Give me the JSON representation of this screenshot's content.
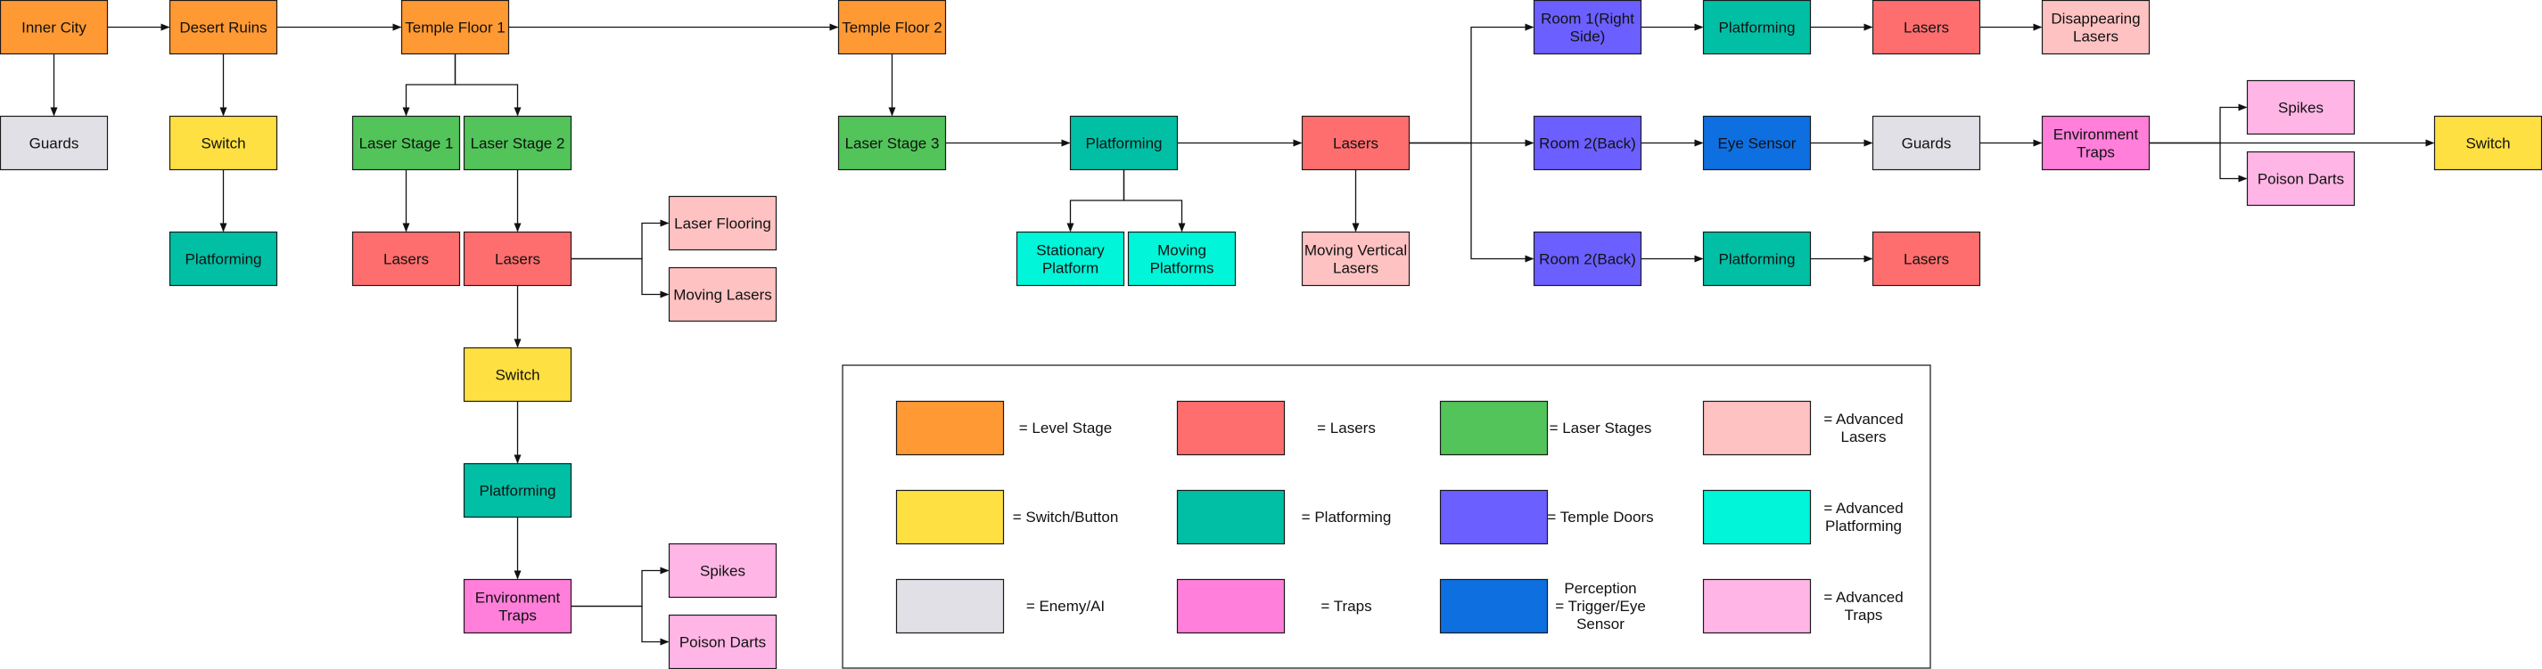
{
  "colors": {
    "level": "#FF9933",
    "switch": "#FFE042",
    "enemy": "#E0E0E6",
    "lasers": "#FF6E6E",
    "laserstage": "#52C45A",
    "adv_lasers": "#FFC2C2",
    "platforming": "#00BFA5",
    "temple_door": "#6B5FFF",
    "adv_platforming": "#00F5D9",
    "traps": "#FF7FDA",
    "eye": "#0E6FE0",
    "adv_traps": "#FFB6E6"
  },
  "nodes": [
    {
      "id": "inner-city",
      "label": [
        "Inner City"
      ],
      "cat": "level"
    },
    {
      "id": "guards-1",
      "label": [
        "Guards"
      ],
      "cat": "enemy"
    },
    {
      "id": "desert-ruins",
      "label": [
        "Desert Ruins"
      ],
      "cat": "level"
    },
    {
      "id": "switch-1",
      "label": [
        "Switch"
      ],
      "cat": "switch"
    },
    {
      "id": "platforming-1",
      "label": [
        "Platforming"
      ],
      "cat": "platforming"
    },
    {
      "id": "temple-floor-1",
      "label": [
        "Temple Floor 1"
      ],
      "cat": "level"
    },
    {
      "id": "laser-stage-1",
      "label": [
        "Laser Stage 1"
      ],
      "cat": "laserstage"
    },
    {
      "id": "laser-stage-2",
      "label": [
        "Laser Stage 2"
      ],
      "cat": "laserstage"
    },
    {
      "id": "lasers-1",
      "label": [
        "Lasers"
      ],
      "cat": "lasers"
    },
    {
      "id": "lasers-2",
      "label": [
        "Lasers"
      ],
      "cat": "lasers"
    },
    {
      "id": "laser-flooring",
      "label": [
        "Laser Flooring"
      ],
      "cat": "adv_lasers"
    },
    {
      "id": "moving-lasers",
      "label": [
        "Moving Lasers"
      ],
      "cat": "adv_lasers"
    },
    {
      "id": "switch-2",
      "label": [
        "Switch"
      ],
      "cat": "switch"
    },
    {
      "id": "platforming-2",
      "label": [
        "Platforming"
      ],
      "cat": "platforming"
    },
    {
      "id": "env-traps-1",
      "label": [
        "Environment",
        "Traps"
      ],
      "cat": "traps"
    },
    {
      "id": "spikes-1",
      "label": [
        "Spikes"
      ],
      "cat": "adv_traps"
    },
    {
      "id": "poison-darts-1",
      "label": [
        "Poison Darts"
      ],
      "cat": "adv_traps"
    },
    {
      "id": "temple-floor-2",
      "label": [
        "Temple Floor 2"
      ],
      "cat": "level"
    },
    {
      "id": "laser-stage-3",
      "label": [
        "Laser Stage 3"
      ],
      "cat": "laserstage"
    },
    {
      "id": "platforming-3",
      "label": [
        "Platforming"
      ],
      "cat": "platforming"
    },
    {
      "id": "stationary-platform",
      "label": [
        "Stationary",
        "Platform"
      ],
      "cat": "adv_platforming"
    },
    {
      "id": "moving-platforms",
      "label": [
        "Moving",
        "Platforms"
      ],
      "cat": "adv_platforming"
    },
    {
      "id": "lasers-3",
      "label": [
        "Lasers"
      ],
      "cat": "lasers"
    },
    {
      "id": "moving-vertical-lasers",
      "label": [
        "Moving Vertical",
        "Lasers"
      ],
      "cat": "adv_lasers"
    },
    {
      "id": "room-1-right-side",
      "label": [
        "Room 1(Right",
        "Side)"
      ],
      "cat": "temple_door"
    },
    {
      "id": "platforming-4",
      "label": [
        "Platforming"
      ],
      "cat": "platforming"
    },
    {
      "id": "lasers-4",
      "label": [
        "Lasers"
      ],
      "cat": "lasers"
    },
    {
      "id": "disappearing-lasers",
      "label": [
        "Disappearing",
        "Lasers"
      ],
      "cat": "adv_lasers"
    },
    {
      "id": "room-2-back-a",
      "label": [
        "Room 2(Back)"
      ],
      "cat": "temple_door"
    },
    {
      "id": "eye-sensor",
      "label": [
        "Eye Sensor"
      ],
      "cat": "eye"
    },
    {
      "id": "guards-2",
      "label": [
        "Guards"
      ],
      "cat": "enemy"
    },
    {
      "id": "env-traps-2",
      "label": [
        "Environment",
        "Traps"
      ],
      "cat": "traps"
    },
    {
      "id": "spikes-2",
      "label": [
        "Spikes"
      ],
      "cat": "adv_traps"
    },
    {
      "id": "poison-darts-2",
      "label": [
        "Poison Darts"
      ],
      "cat": "adv_traps"
    },
    {
      "id": "switch-3",
      "label": [
        "Switch"
      ],
      "cat": "switch"
    },
    {
      "id": "room-2-back-b",
      "label": [
        "Room 2(Back)"
      ],
      "cat": "temple_door"
    },
    {
      "id": "platforming-5",
      "label": [
        "Platforming"
      ],
      "cat": "platforming"
    },
    {
      "id": "lasers-5",
      "label": [
        "Lasers"
      ],
      "cat": "lasers"
    }
  ],
  "edges": [
    [
      "inner-city",
      "desert-ruins"
    ],
    [
      "inner-city",
      "guards-1"
    ],
    [
      "desert-ruins",
      "temple-floor-1"
    ],
    [
      "desert-ruins",
      "switch-1"
    ],
    [
      "switch-1",
      "platforming-1"
    ],
    [
      "temple-floor-1",
      "temple-floor-2"
    ],
    [
      "temple-floor-1",
      "laser-stage-1"
    ],
    [
      "temple-floor-1",
      "laser-stage-2"
    ],
    [
      "laser-stage-1",
      "lasers-1"
    ],
    [
      "laser-stage-2",
      "lasers-2"
    ],
    [
      "lasers-2",
      "laser-flooring"
    ],
    [
      "lasers-2",
      "moving-lasers"
    ],
    [
      "lasers-2",
      "switch-2"
    ],
    [
      "switch-2",
      "platforming-2"
    ],
    [
      "platforming-2",
      "env-traps-1"
    ],
    [
      "env-traps-1",
      "spikes-1"
    ],
    [
      "env-traps-1",
      "poison-darts-1"
    ],
    [
      "temple-floor-2",
      "laser-stage-3"
    ],
    [
      "laser-stage-3",
      "platforming-3"
    ],
    [
      "platforming-3",
      "stationary-platform"
    ],
    [
      "platforming-3",
      "moving-platforms"
    ],
    [
      "platforming-3",
      "lasers-3"
    ],
    [
      "lasers-3",
      "moving-vertical-lasers"
    ],
    [
      "lasers-3",
      "room-1-right-side"
    ],
    [
      "lasers-3",
      "room-2-back-a"
    ],
    [
      "lasers-3",
      "room-2-back-b"
    ],
    [
      "room-1-right-side",
      "platforming-4"
    ],
    [
      "platforming-4",
      "lasers-4"
    ],
    [
      "lasers-4",
      "disappearing-lasers"
    ],
    [
      "room-2-back-a",
      "eye-sensor"
    ],
    [
      "eye-sensor",
      "guards-2"
    ],
    [
      "guards-2",
      "env-traps-2"
    ],
    [
      "env-traps-2",
      "spikes-2"
    ],
    [
      "env-traps-2",
      "poison-darts-2"
    ],
    [
      "env-traps-2",
      "switch-3"
    ],
    [
      "room-2-back-b",
      "platforming-5"
    ],
    [
      "platforming-5",
      "lasers-5"
    ]
  ],
  "legend": [
    {
      "cat": "level",
      "label": [
        "= Level Stage"
      ]
    },
    {
      "cat": "lasers",
      "label": [
        "= Lasers"
      ]
    },
    {
      "cat": "laserstage",
      "label": [
        "= Laser Stages"
      ]
    },
    {
      "cat": "adv_lasers",
      "label": [
        "= Advanced",
        "Lasers"
      ]
    },
    {
      "cat": "switch",
      "label": [
        "= Switch/Button"
      ]
    },
    {
      "cat": "platforming",
      "label": [
        "= Platforming"
      ]
    },
    {
      "cat": "temple_door",
      "label": [
        "= Temple Doors"
      ]
    },
    {
      "cat": "adv_platforming",
      "label": [
        "= Advanced",
        "Platforming"
      ]
    },
    {
      "cat": "enemy",
      "label": [
        "= Enemy/AI"
      ]
    },
    {
      "cat": "traps",
      "label": [
        "= Traps"
      ]
    },
    {
      "cat": "eye",
      "label": [
        "Perception",
        "= Trigger/Eye",
        "Sensor"
      ]
    },
    {
      "cat": "adv_traps",
      "label": [
        "= Advanced",
        "Traps"
      ]
    }
  ]
}
